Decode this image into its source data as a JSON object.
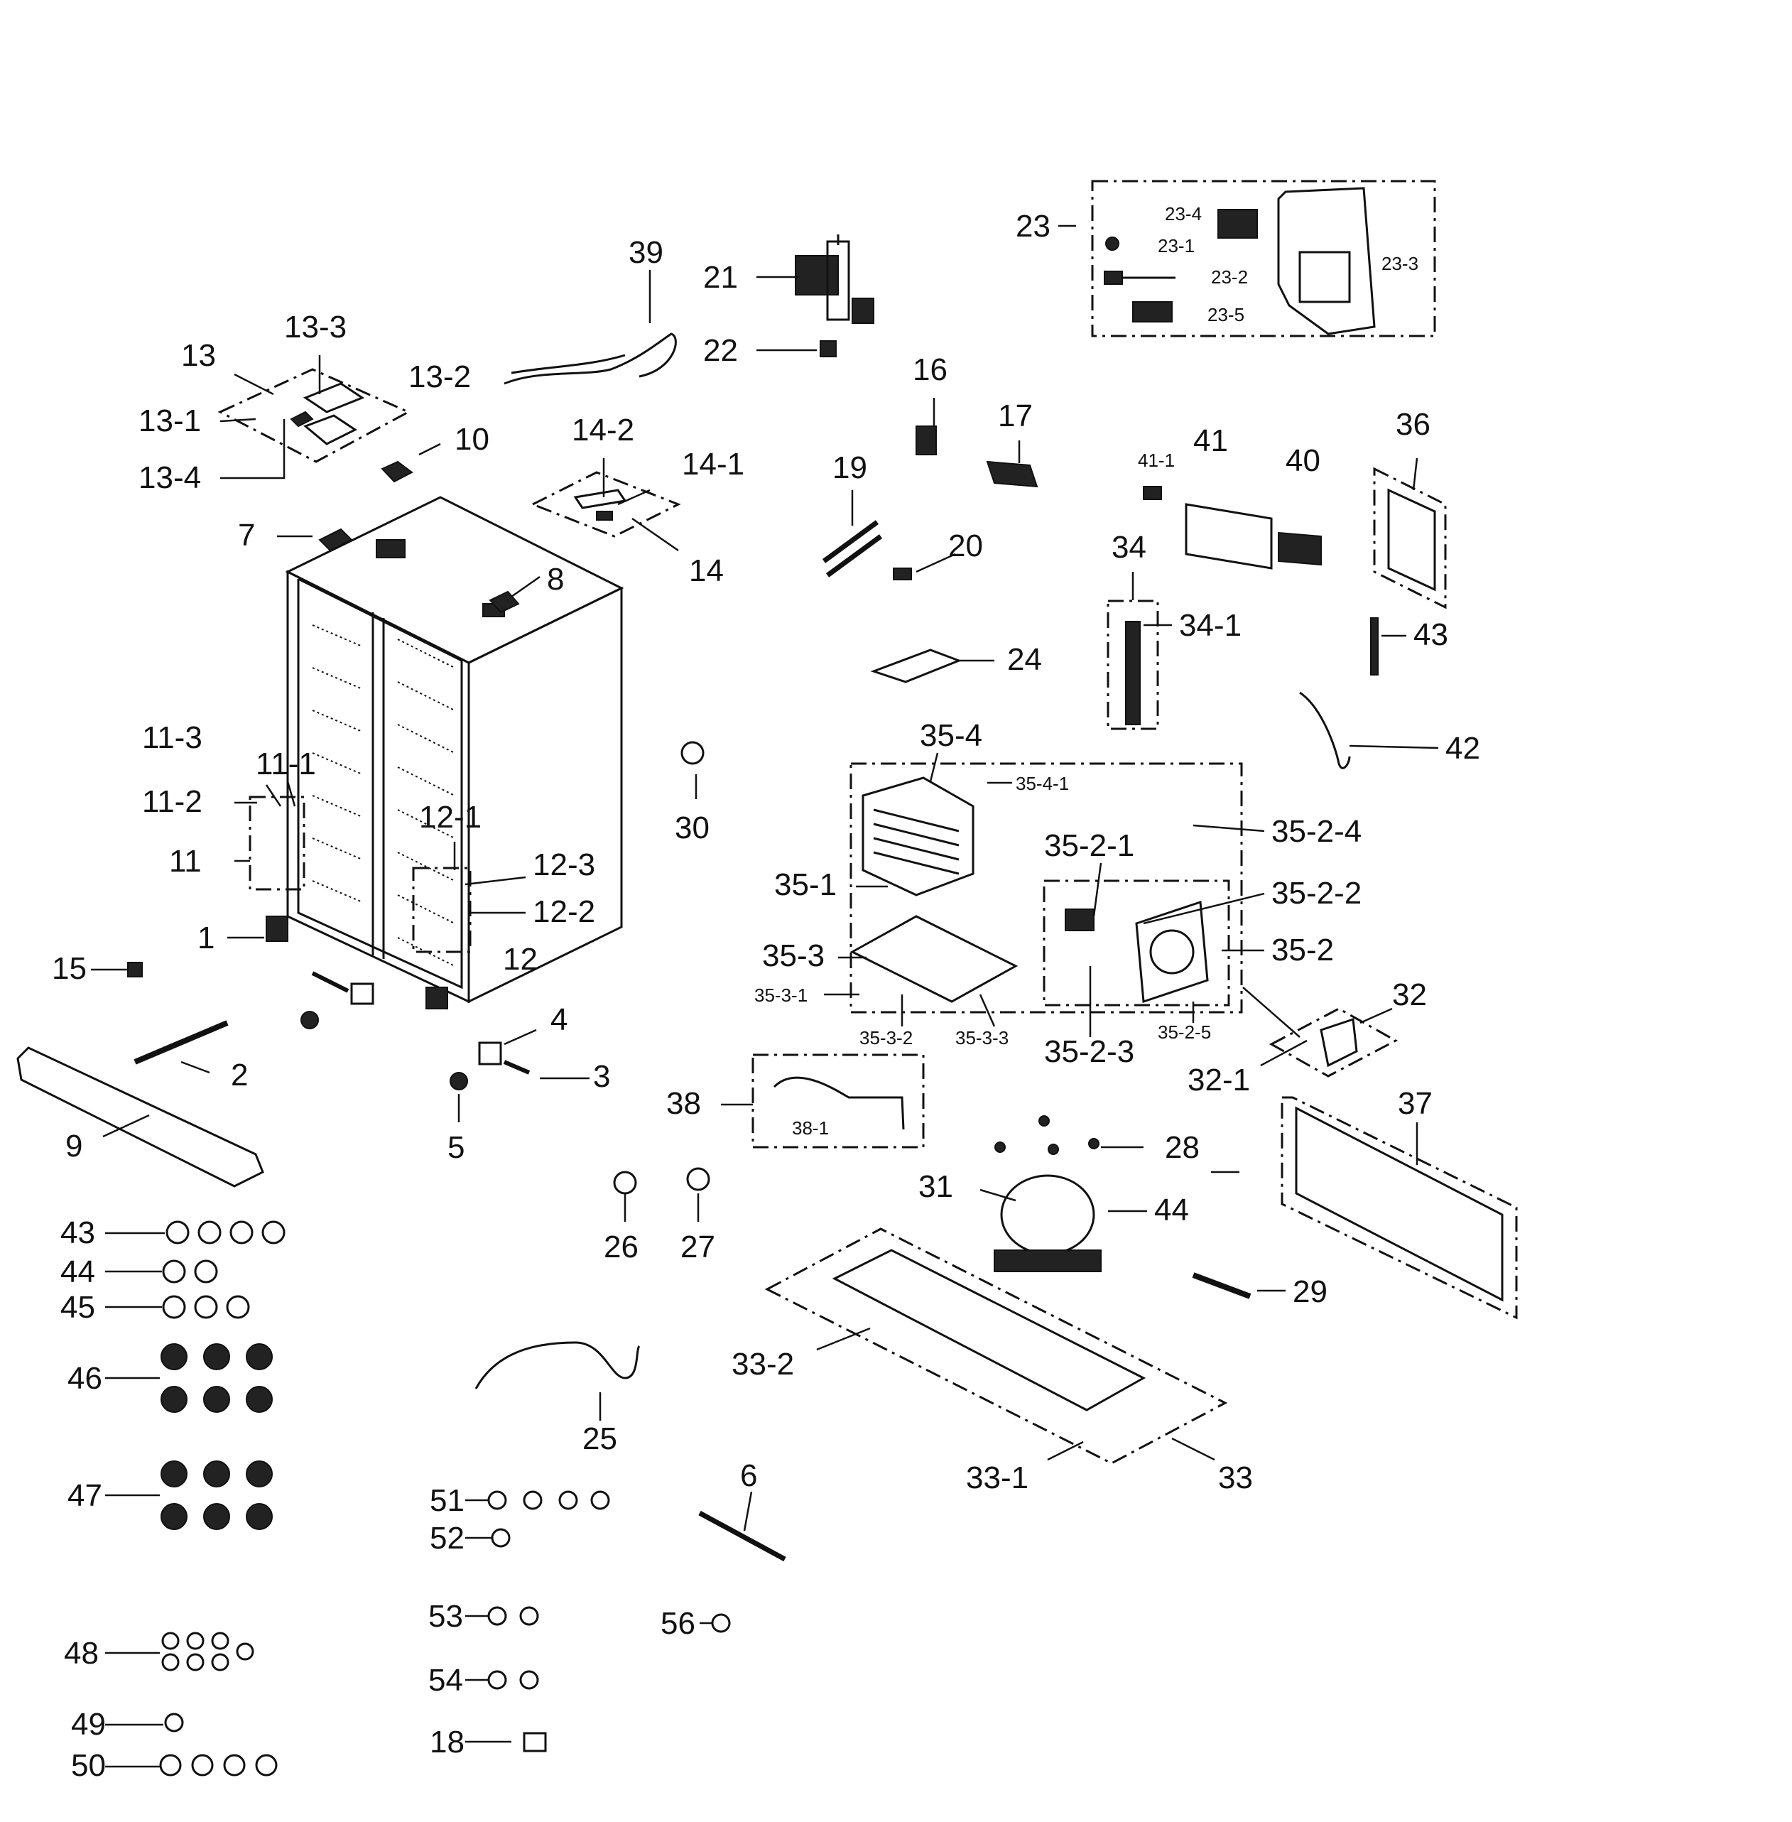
{
  "labels": {
    "p1": "1",
    "p2": "2",
    "p3": "3",
    "p4": "4",
    "p5": "5",
    "p6": "6",
    "p7": "7",
    "p8": "8",
    "p9": "9",
    "p10": "10",
    "p11": "11",
    "p11_1": "11-1",
    "p11_2": "11-2",
    "p11_3": "11-3",
    "p12": "12",
    "p12_1": "12-1",
    "p12_2": "12-2",
    "p12_3": "12-3",
    "p13": "13",
    "p13_1": "13-1",
    "p13_2": "13-2",
    "p13_3": "13-3",
    "p13_4": "13-4",
    "p14": "14",
    "p14_1": "14-1",
    "p14_2": "14-2",
    "p15": "15",
    "p16": "16",
    "p17": "17",
    "p18": "18",
    "p19": "19",
    "p20": "20",
    "p21": "21",
    "p22": "22",
    "p23": "23",
    "p23_1": "23-1",
    "p23_2": "23-2",
    "p23_3": "23-3",
    "p23_4": "23-4",
    "p23_5": "23-5",
    "p24": "24",
    "p25": "25",
    "p26": "26",
    "p27": "27",
    "p28": "28",
    "p29": "29",
    "p30": "30",
    "p31": "31",
    "p32": "32",
    "p32_1": "32-1",
    "p33": "33",
    "p33_1": "33-1",
    "p33_2": "33-2",
    "p34": "34",
    "p34_1": "34-1",
    "p35_1": "35-1",
    "p35_2": "35-2",
    "p35_2_1": "35-2-1",
    "p35_2_2": "35-2-2",
    "p35_2_3": "35-2-3",
    "p35_2_4": "35-2-4",
    "p35_2_5": "35-2-5",
    "p35_3": "35-3",
    "p35_3_1": "35-3-1",
    "p35_3_2": "35-3-2",
    "p35_3_3": "35-3-3",
    "p35_4": "35-4",
    "p35_4_1": "35-4-1",
    "p36": "36",
    "p37": "37",
    "p38": "38",
    "p38_1": "38-1",
    "p39": "39",
    "p40": "40",
    "p41": "41",
    "p41_1": "41-1",
    "p42": "42",
    "p43": "43",
    "p43b": "43",
    "p44": "44",
    "p44b": "44",
    "p45": "45",
    "p46": "46",
    "p47": "47",
    "p48": "48",
    "p49": "49",
    "p50": "50",
    "p51": "51",
    "p52": "52",
    "p53": "53",
    "p54": "54",
    "p56": "56"
  }
}
